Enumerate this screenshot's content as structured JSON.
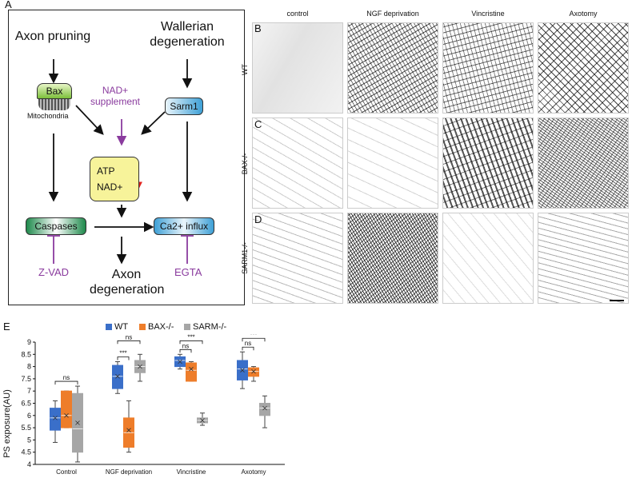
{
  "panels": {
    "A": "A",
    "B": "B",
    "C": "C",
    "D": "D",
    "E": "E"
  },
  "diagram": {
    "axon_pruning": "Axon pruning",
    "wallerian": "Wallerian degeneration",
    "bax": "Bax",
    "mitochondria": "Mitochondria",
    "nad_supplement": "NAD+ supplement",
    "sarm1": "Sarm1",
    "atp": "ATP",
    "nad": "NAD+",
    "caspases": "Caspases",
    "ca_influx": "Ca2+ influx",
    "zvad": "Z-VAD",
    "egta": "EGTA",
    "axon_degeneration": "Axon degeneration",
    "colors": {
      "green": "#1f8a4c",
      "blue": "#1f7fc0",
      "yellow": "#f7f39a",
      "purple": "#8a3b9e",
      "red": "#e0231f"
    }
  },
  "micrographs": {
    "columns": [
      "control",
      "NGF deprivation",
      "Vincristine",
      "Axotomy"
    ],
    "rows": [
      "WT",
      "BAX-/-",
      "SARM1-/-"
    ]
  },
  "legend": [
    {
      "name": "WT",
      "color": "#3a6fc9"
    },
    {
      "name": "BAX-/-",
      "color": "#ee7d2a"
    },
    {
      "name": "SARM-/-",
      "color": "#a6a6a6"
    }
  ],
  "chart_data": {
    "type": "box",
    "ylabel": "PS exposure(AU)",
    "ylim": [
      4,
      9
    ],
    "yticks": [
      "4",
      "4.5",
      "5",
      "5.5",
      "6",
      "6.5",
      "7",
      "7.5",
      "8",
      "8.5",
      "9"
    ],
    "categories": [
      "Control",
      "NGF deprivation",
      "Vincristine",
      "Axotomy"
    ],
    "series": [
      {
        "name": "WT",
        "color": "#3a6fc9",
        "boxes": [
          {
            "min": 4.9,
            "q1": 5.4,
            "median": 5.9,
            "q3": 6.3,
            "max": 6.6,
            "mean": 5.9
          },
          {
            "min": 6.9,
            "q1": 7.1,
            "median": 7.6,
            "q3": 8.05,
            "max": 8.2,
            "mean": 7.6
          },
          {
            "min": 7.9,
            "q1": 8.0,
            "median": 8.25,
            "q3": 8.4,
            "max": 8.5,
            "mean": 8.2
          },
          {
            "min": 7.1,
            "q1": 7.45,
            "median": 7.9,
            "q3": 8.25,
            "max": 8.6,
            "mean": 7.85
          }
        ]
      },
      {
        "name": "BAX-/-",
        "color": "#ee7d2a",
        "boxes": [
          {
            "min": 5.5,
            "q1": 5.5,
            "median": 6.0,
            "q3": 7.0,
            "max": 7.0,
            "mean": 6.0
          },
          {
            "min": 4.5,
            "q1": 4.7,
            "median": 5.3,
            "q3": 5.9,
            "max": 6.6,
            "mean": 5.4
          },
          {
            "min": 7.4,
            "q1": 7.4,
            "median": 7.85,
            "q3": 8.15,
            "max": 8.2,
            "mean": 7.9
          },
          {
            "min": 7.4,
            "q1": 7.6,
            "median": 7.8,
            "q3": 7.95,
            "max": 8.0,
            "mean": 7.8
          }
        ]
      },
      {
        "name": "SARM-/-",
        "color": "#a6a6a6",
        "boxes": [
          {
            "min": 4.1,
            "q1": 4.5,
            "median": 5.45,
            "q3": 6.9,
            "max": 7.2,
            "mean": 5.7
          },
          {
            "min": 7.4,
            "q1": 7.75,
            "median": 8.0,
            "q3": 8.25,
            "max": 8.5,
            "mean": 8.0
          },
          {
            "min": 5.6,
            "q1": 5.7,
            "median": 5.8,
            "q3": 5.9,
            "max": 6.1,
            "mean": 5.8
          },
          {
            "min": 5.5,
            "q1": 6.0,
            "median": 6.3,
            "q3": 6.5,
            "max": 6.8,
            "mean": 6.3
          }
        ]
      }
    ],
    "significance": [
      {
        "category": 0,
        "from": 0,
        "to": 2,
        "label": "ns"
      },
      {
        "category": 1,
        "from": 0,
        "to": 1,
        "label": "***"
      },
      {
        "category": 1,
        "from": 0,
        "to": 2,
        "label": "ns"
      },
      {
        "category": 2,
        "from": 0,
        "to": 1,
        "label": "ns"
      },
      {
        "category": 2,
        "from": 0,
        "to": 2,
        "label": "***"
      },
      {
        "category": 3,
        "from": 0,
        "to": 1,
        "label": "ns"
      },
      {
        "category": 3,
        "from": 0,
        "to": 2,
        "label": "***"
      }
    ]
  }
}
